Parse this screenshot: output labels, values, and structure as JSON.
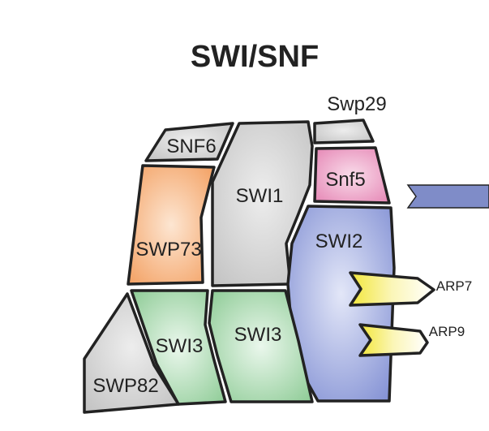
{
  "title": "SWI/SNF",
  "subunits": {
    "swp29": {
      "label": "Swp29",
      "color": "#d3d3d3"
    },
    "snf6": {
      "label": "SNF6",
      "color": "#d3d3d3"
    },
    "swi1": {
      "label": "SWI1",
      "color": "#d3d3d3"
    },
    "snf5": {
      "label": "Snf5",
      "color": "#ec9fc5"
    },
    "swp73": {
      "label": "SWP73",
      "color": "#f5b27e"
    },
    "swi2": {
      "label": "SWI2",
      "color": "#8f9cd9"
    },
    "swi3_left": {
      "label": "SWI3",
      "color": "#9fd3a5"
    },
    "swi3_right": {
      "label": "SWI3",
      "color": "#9fd3a5"
    },
    "swp82": {
      "label": "SWP82",
      "color": "#d3d3d3"
    },
    "arp7": {
      "label": "ARP7",
      "color": "#f4ec6e"
    },
    "arp9": {
      "label": "ARP9",
      "color": "#f4ec6e"
    }
  },
  "connector": {
    "color": "#7f8cc8"
  }
}
